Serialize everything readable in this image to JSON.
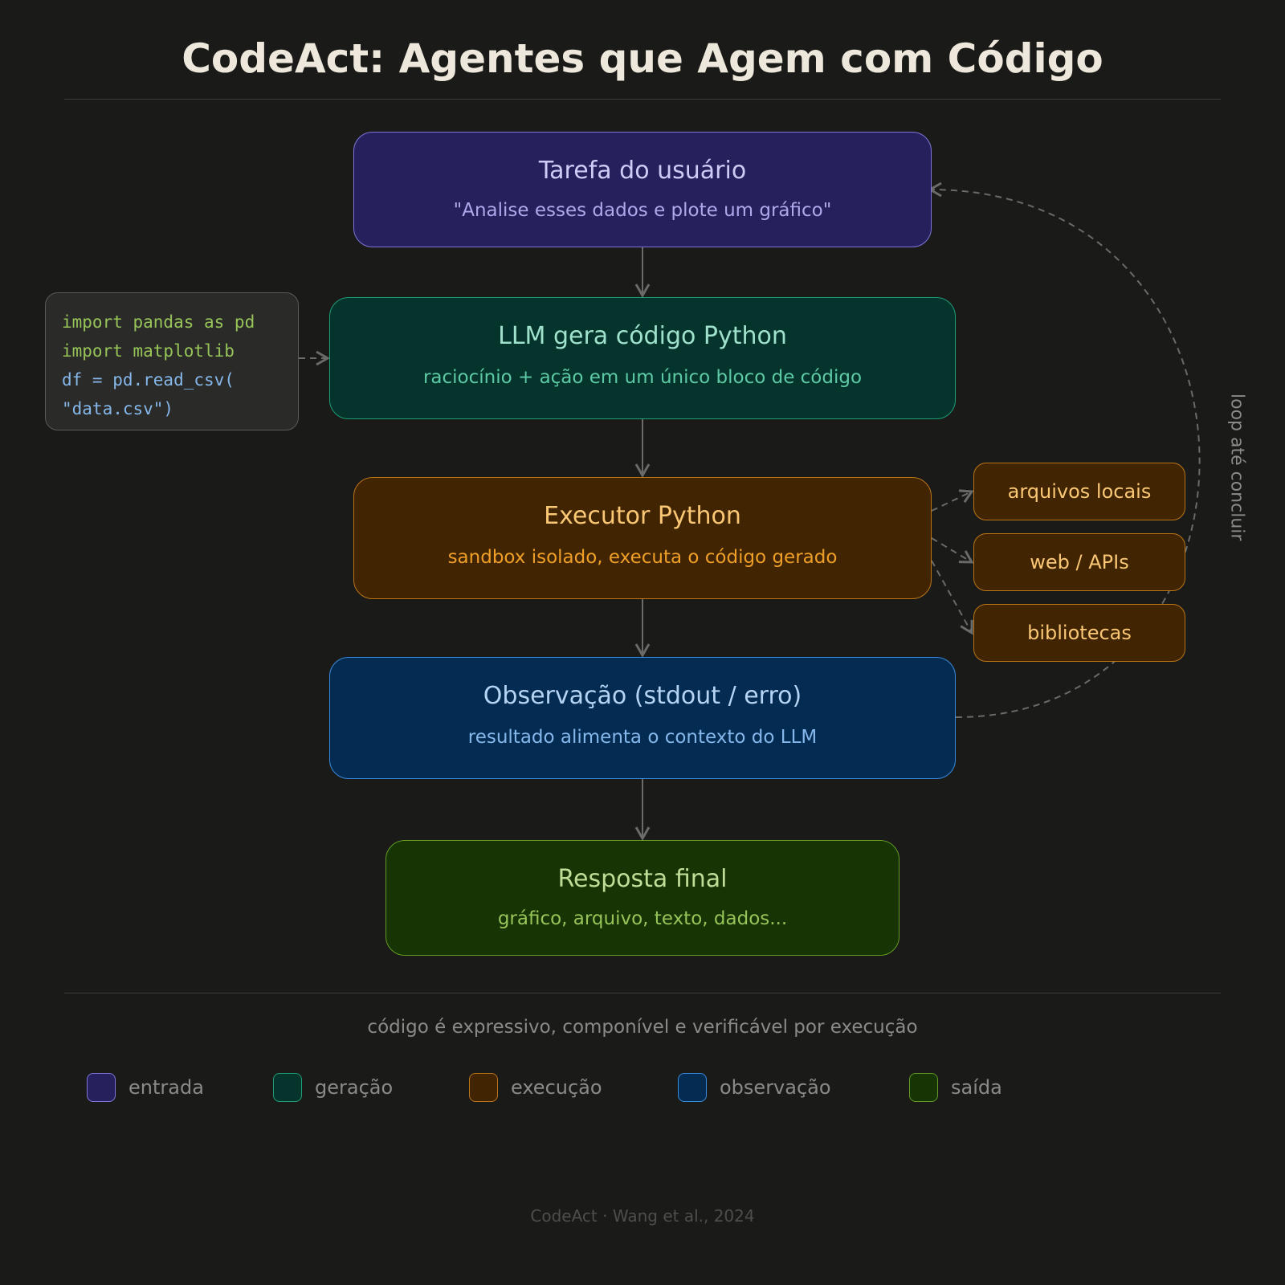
{
  "title": "CodeAct: Agentes que Agem com Código",
  "nodes": {
    "task": {
      "title": "Tarefa do usuário",
      "subtitle": "\"Analise esses dados e plote um gráfico\""
    },
    "llm": {
      "title": "LLM gera código Python",
      "subtitle": "raciocínio + ação em um único bloco de código"
    },
    "executor": {
      "title": "Executor Python",
      "subtitle": "sandbox isolado, executa o código gerado"
    },
    "observation": {
      "title": "Observação (stdout / erro)",
      "subtitle": "resultado alimenta o contexto do LLM"
    },
    "final": {
      "title": "Resposta final",
      "subtitle": "gráfico, arquivo, texto, dados..."
    }
  },
  "code_lines": [
    "import pandas as pd",
    "import matplotlib",
    "df = pd.read_csv(",
    "\"data.csv\")"
  ],
  "resources": [
    "arquivos locais",
    "web / APIs",
    "bibliotecas"
  ],
  "loop_label": "loop até concluir",
  "footer_note": "código é expressivo, componível e verificável por execução",
  "legend": [
    {
      "label": "entrada",
      "fill": "#26215c",
      "stroke": "#7f77dd"
    },
    {
      "label": "geração",
      "fill": "#04342c",
      "stroke": "#1d9e75"
    },
    {
      "label": "execução",
      "fill": "#412402",
      "stroke": "#ba7517"
    },
    {
      "label": "observação",
      "fill": "#042c53",
      "stroke": "#378add"
    },
    {
      "label": "saída",
      "fill": "#173404",
      "stroke": "#639922"
    }
  ],
  "credit": "CodeAct · Wang et al., 2024"
}
